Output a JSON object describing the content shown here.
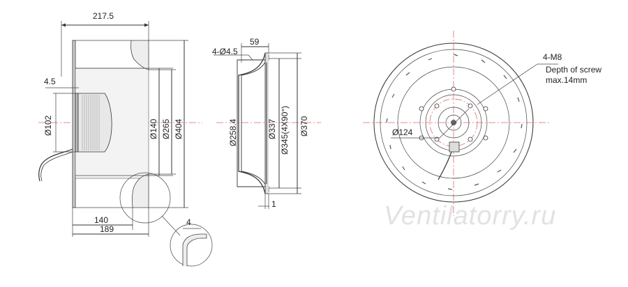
{
  "side_view": {
    "dim_overall_length": "217.5",
    "dim_flange": "4.5",
    "dim_hub": "Ø102",
    "dim_d140": "Ø140",
    "dim_d265": "Ø265",
    "dim_d404": "Ø404",
    "dim_140": "140",
    "dim_189": "189",
    "dim_4": "4"
  },
  "section_view": {
    "dim_holes": "4-Ø4.5",
    "dim_59": "59",
    "dim_258": "Ø258.4",
    "dim_337": "Ø337",
    "dim_345": "Ø345(4X90°)",
    "dim_370": "Ø370",
    "dim_1": "1"
  },
  "front_view": {
    "label_thread": "4-M8",
    "label_depth_line1": "Depth of screw",
    "label_depth_line2": "max.14mm",
    "dim_124": "Ø124"
  },
  "watermark": "Ventilatorry.ru"
}
